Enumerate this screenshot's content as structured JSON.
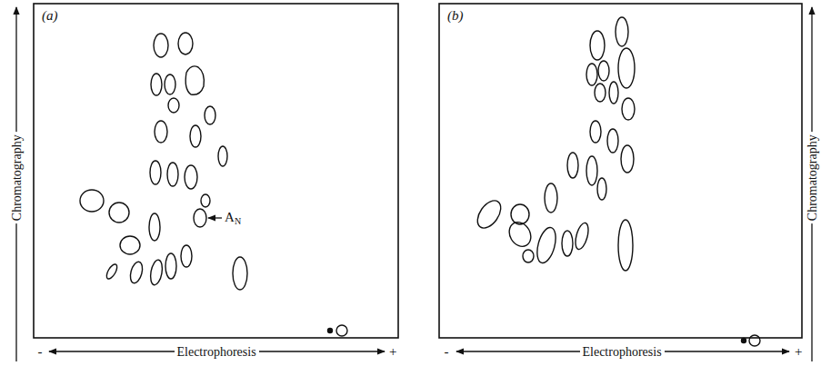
{
  "diagram": {
    "labels": [
      "(a)",
      "Chromatography",
      "-",
      "Electrophoresis",
      "+",
      "A",
      "N",
      "(b)",
      "-",
      "Electrophoresis",
      "+",
      "Chromatography"
    ]
  }
}
